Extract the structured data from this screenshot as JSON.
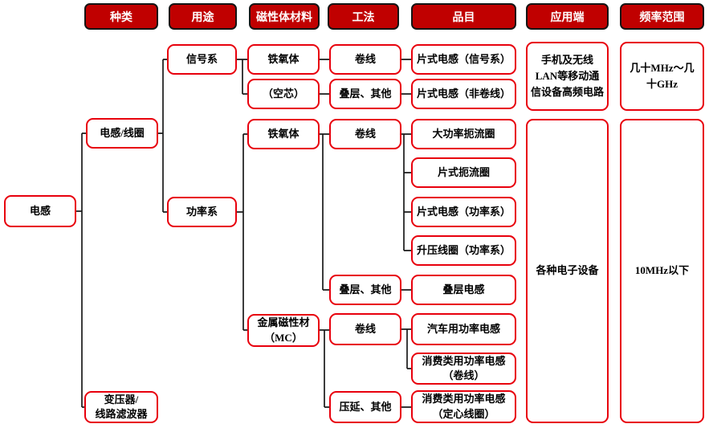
{
  "diagram": {
    "headers": {
      "type": "种类",
      "usage": "用途",
      "material": "磁性体材料",
      "process": "工法",
      "item": "品目",
      "application": "应用端",
      "frequency": "频率范围"
    },
    "nodes": {
      "root": "电感",
      "inductor_coil": "电感/线圈",
      "transformer_line_filter": "变压器/\n线路滤波器",
      "signal_series": "信号系",
      "power_series": "功率系",
      "ferrite_signal": "铁氧体",
      "air_core": "（空芯）",
      "ferrite_power": "铁氧体",
      "metal_magnetic_mc": "金属磁性材\n（MC）",
      "winding_signal": "卷线",
      "laminate_other_signal": "叠层、其他",
      "winding_power": "卷线",
      "laminate_other_power": "叠层、其他",
      "winding_metal": "卷线",
      "rolling_other": "压延、其他",
      "chip_inductor_signal": "片式电感（信号系）",
      "chip_inductor_nonwinding": "片式电感（非卷线）",
      "high_power_choke": "大功率扼流圈",
      "chip_choke": "片式扼流圈",
      "chip_inductor_power": "片式电感（功率系）",
      "boost_coil_power": "升压线圈（功率系）",
      "laminated_inductor": "叠层电感",
      "automotive_power_inductor": "汽车用功率电感",
      "consumer_power_inductor_winding": "消费类用功率电感\n（卷线）",
      "consumer_power_inductor_fixed_core": "消费类用功率电感\n（定心线圈）",
      "app_mobile_hf": "手机及无线LAN等移动通信设备高频电路",
      "app_various_devices": "各种电子设备",
      "freq_tens_mhz_to_ghz": "几十MHz～几十GHz",
      "freq_below_10mhz": "10MHz以下"
    },
    "colors": {
      "header_bg": "#c00000",
      "header_border": "#151515",
      "header_text": "#ffffff",
      "node_border": "#e8000d",
      "node_text": "#000000",
      "connector": "#1a1a1a"
    }
  }
}
